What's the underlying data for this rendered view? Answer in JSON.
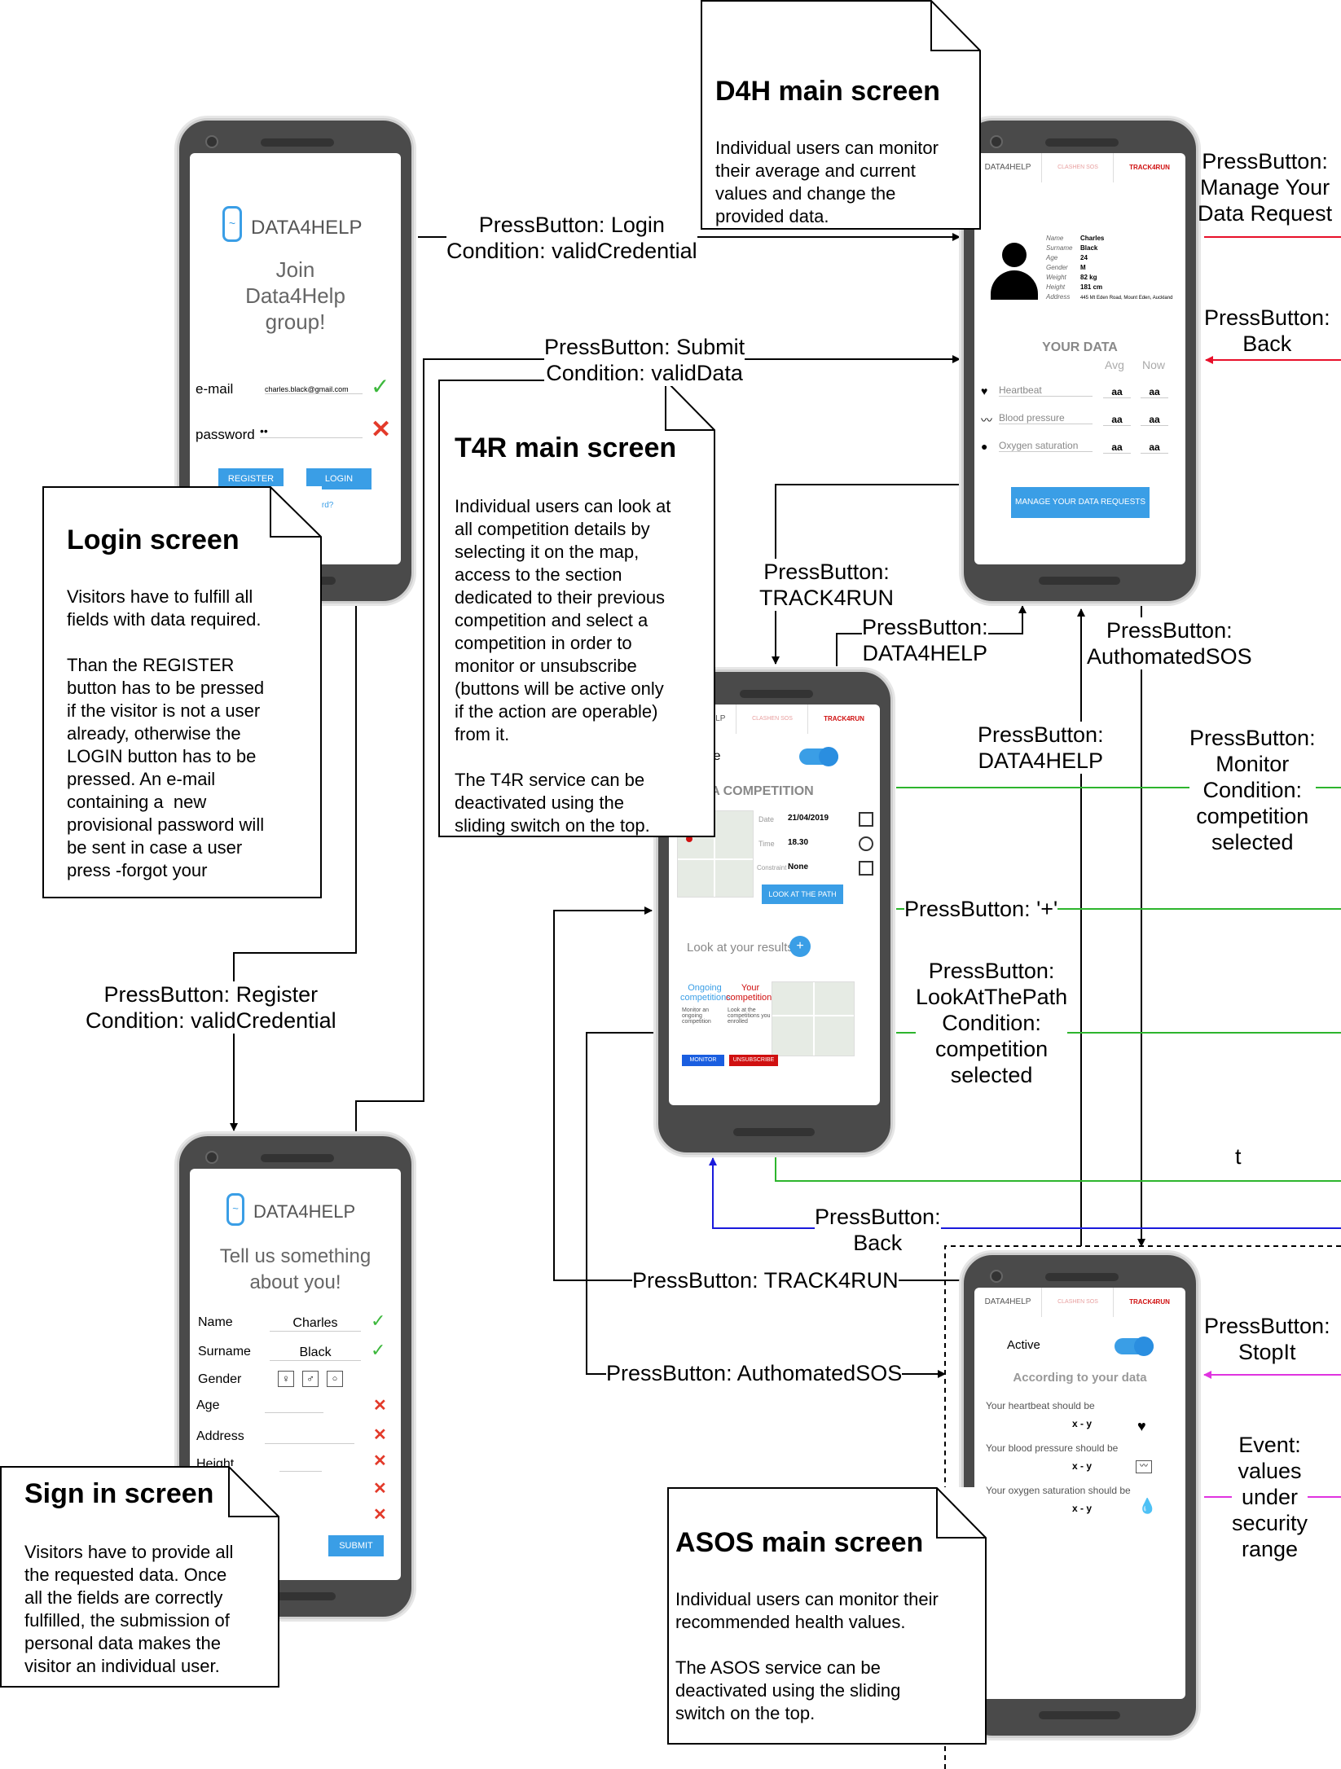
{
  "colors": {
    "black": "#000000",
    "red": "#e8102a",
    "green": "#2db52d",
    "blue": "#1a1adc",
    "magenta": "#e033e0",
    "accent_blue": "#3a9ee6",
    "check_green": "#3cb83c",
    "cross_red": "#e33a2a"
  },
  "edges": {
    "login": [
      "PressButton: Login",
      "Condition: validCredential"
    ],
    "submit": [
      "PressButton: Submit",
      "Condition: validData"
    ],
    "register": [
      "PressButton: Register",
      "Condition: validCredential"
    ],
    "manage": [
      "PressButton:",
      "Manage Your",
      "Data Request"
    ],
    "back_d4h": [
      "PressButton:",
      "Back"
    ],
    "track4run": [
      "PressButton:",
      "TRACK4RUN"
    ],
    "data4help_up": [
      "PressButton:",
      "DATA4HELP"
    ],
    "sos": [
      "PressButton:",
      "AuthomatedSOS"
    ],
    "data4help_mid": [
      "PressButton:",
      "DATA4HELP"
    ],
    "monitor": [
      "PressButton:",
      "Monitor",
      "Condition:",
      "competition",
      "selected"
    ],
    "plus": "PressButton: '+'",
    "lookpath": [
      "PressButton:",
      "LookAtThePath",
      "Condition:",
      "competition",
      "selected"
    ],
    "t": "t",
    "back_t4r": [
      "PressButton:",
      "Back"
    ],
    "track4run_low": "PressButton: TRACK4RUN",
    "sos_low": "PressButton: AuthomatedSOS",
    "stopit": [
      "PressButton:",
      "StopIt"
    ],
    "event": [
      "Event:",
      "values",
      "under",
      "security",
      "range"
    ]
  },
  "notes": {
    "login": {
      "title": "Login screen",
      "body": "Visitors have to fulfill all\nfields with data required.\n\nThan the REGISTER\nbutton has to be pressed\nif the visitor is not a user\nalready, otherwise the\nLOGIN button has to be\npressed. An e-mail\ncontaining a  new\nprovisional password will\nbe sent in case a user\npress -forgot your"
    },
    "d4h": {
      "title": "D4H main screen",
      "body": "Individual users can monitor\ntheir average and current\nvalues and change the\nprovided data."
    },
    "t4r": {
      "title": "T4R main screen",
      "body": "Individual users can look at\nall competition details by\nselecting it on the map,\naccess to the section\ndedicated to their previous\ncompetition and select a\ncompetition in order to\nmonitor or unsubscribe\n(buttons will be active only\nif the action are operable)\nfrom it.\n\nThe T4R service can be\ndeactivated using the\nsliding switch on the top."
    },
    "signin": {
      "title": "Sign in screen",
      "body": "Visitors have to provide all\nthe requested data. Once\nall the fields are correctly\nfulfilled, the submission of\npersonal data makes the\nvisitor an individual user."
    },
    "asos": {
      "title": "ASOS main screen",
      "body": "Individual users can monitor their\nrecommended health values.\n\nThe ASOS service can be\ndeactivated using the sliding\nswitch on the top."
    }
  },
  "login_phone": {
    "brand": "DATA4HELP",
    "headline": [
      "Join",
      "Data4Help",
      "group!"
    ],
    "email_label": "e-mail",
    "email_value": "charles.black@gmail.com",
    "password_label": "password",
    "password_value": "••",
    "register": "REGISTER",
    "login": "LOGIN",
    "forgot": "password?"
  },
  "signup_phone": {
    "brand": "DATA4HELP",
    "headline": [
      "Tell us something",
      "about you!"
    ],
    "name_label": "Name",
    "name_value": "Charles",
    "surname_label": "Surname",
    "surname_value": "Black",
    "gender_label": "Gender",
    "age_label": "Age",
    "address_label": "Address",
    "height_label": "Height",
    "submit": "SUBMIT"
  },
  "tabs": {
    "d4h": "DATA4HELP",
    "t4r": "TRACK4RUN",
    "sos": "CLASHEN SOS"
  },
  "d4h_phone": {
    "profile": [
      [
        "Name",
        "Charles"
      ],
      [
        "Surname",
        "Black"
      ],
      [
        "Age",
        "24"
      ],
      [
        "Gender",
        "M"
      ],
      [
        "Weight",
        "82 kg"
      ],
      [
        "Height",
        "181 cm"
      ],
      [
        "Address",
        "445 Mt Eden Road, Mount Eden, Auckland"
      ]
    ],
    "your_data": "YOUR DATA",
    "avg": "Avg",
    "now": "Now",
    "rows": [
      [
        "Heartbeat",
        "aa",
        "aa"
      ],
      [
        "Blood pressure",
        "aa",
        "aa"
      ],
      [
        "Oxygen saturation",
        "aa",
        "aa"
      ]
    ],
    "manage_btn": "MANAGE YOUR DATA REQUESTS"
  },
  "t4r_phone": {
    "active": "Active",
    "join": "JOIN A COMPETITION",
    "date_label": "Date",
    "date_value": "21/04/2019",
    "time_label": "Time",
    "time_value": "18.30",
    "constraint_label": "Constraint",
    "constraint_value": "None",
    "look_path": "LOOK AT THE PATH",
    "results": "Look at your results",
    "ongoing": "Ongoing competitions",
    "ongoing_desc": "Monitor an ongoing competition",
    "your": "Your competitions",
    "your_desc": "Look at the competitions you enrolled",
    "monitor": "MONITOR",
    "unsubscribe": "UNSUBSCRIBE"
  },
  "asos_phone": {
    "active": "Active",
    "according": "According to your data",
    "hb": "Your heartbeat should be",
    "bp": "Your blood pressure should be",
    "ox": "Your oxygen saturation should be",
    "range": "x - y"
  }
}
